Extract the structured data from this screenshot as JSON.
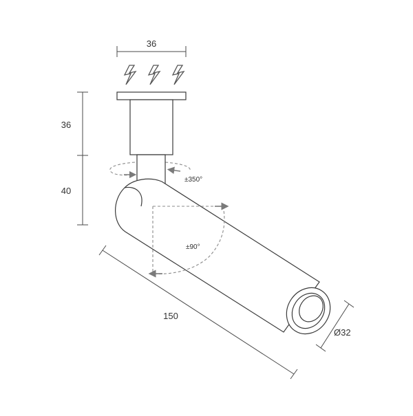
{
  "dimensions": {
    "top_width": "36",
    "base_height": "36",
    "arm_height": "40",
    "length": "150",
    "diameter": "Ø32"
  },
  "angles": {
    "rotation": "±350°",
    "tilt": "±90°"
  },
  "colors": {
    "line": "#3a3a3a",
    "dim_line": "#4a4a4a",
    "arrow": "#7a7a7a",
    "dashed": "#8a8a8a"
  },
  "icons": [
    "lightning-icon",
    "lightning-icon",
    "lightning-icon"
  ]
}
